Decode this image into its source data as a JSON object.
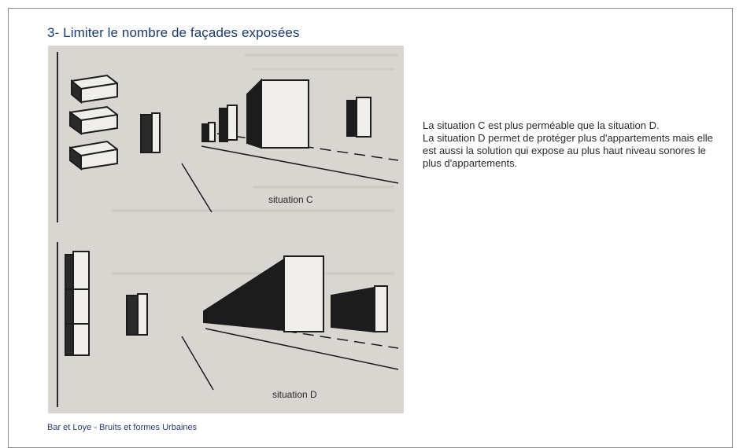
{
  "document": {
    "title": "3- Limiter le nombre de façades exposées",
    "figure": {
      "label_c": "situation C",
      "label_d": "situation D"
    },
    "description": {
      "line1": "La situation C est plus perméable que la situation D.",
      "line2": "La situation D permet de protéger plus d'appartements mais elle est aussi la solution qui expose au plus haut niveau sonores le plus d'appartements."
    },
    "caption": "Bar et Loye - Bruits et formes Urbaines"
  },
  "colors": {
    "title": "#1a3a6a",
    "caption": "#2a3a70",
    "paper": "#dcdad6",
    "ink": "#1c1c1c"
  }
}
